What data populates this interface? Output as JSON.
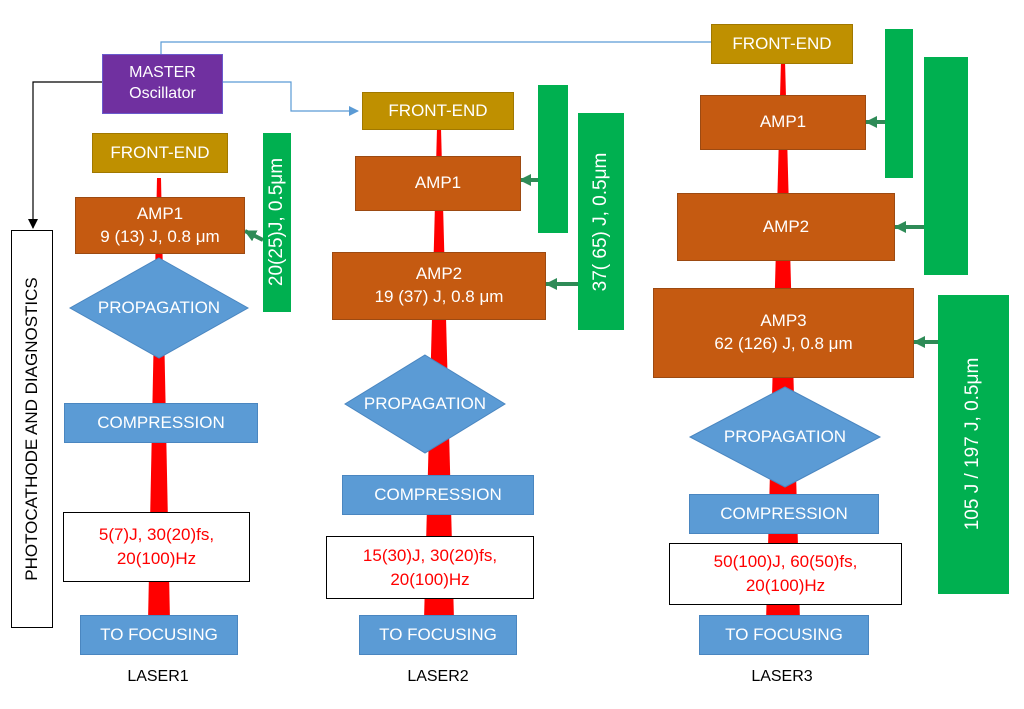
{
  "master": "MASTER\nOscillator",
  "master_line1": "MASTER",
  "master_line2": "Oscillator",
  "photocathode": "PHOTOCATHODE AND DIAGNOSTICS",
  "laser1": {
    "label": "LASER1",
    "front_end": "FRONT-END",
    "amp1_line1": "AMP1",
    "amp1_line2": "9 (13) J, 0.8 μm",
    "propagation": "PROPAGATION",
    "compression": "COMPRESSION",
    "output_line1": "5(7)J, 30(20)fs,",
    "output_line2": "20(100)Hz",
    "to_focusing": "TO FOCUSING",
    "pump": "20(25)J, 0.5μm"
  },
  "laser2": {
    "label": "LASER2",
    "front_end": "FRONT-END",
    "amp1": "AMP1",
    "amp2_line1": "AMP2",
    "amp2_line2": "19 (37) J, 0.8 μm",
    "propagation": "PROPAGATION",
    "compression": "COMPRESSION",
    "output_line1": "15(30)J, 30(20)fs,",
    "output_line2": "20(100)Hz",
    "to_focusing": "TO FOCUSING",
    "pump": "37( 65) J, 0.5μm"
  },
  "laser3": {
    "label": "LASER3",
    "front_end": "FRONT-END",
    "amp1": "AMP1",
    "amp2": "AMP2",
    "amp3_line1": "AMP3",
    "amp3_line2": "62 (126) J, 0.8 μm",
    "propagation": "PROPAGATION",
    "compression": "COMPRESSION",
    "output_line1": "50(100)J, 60(50)fs,",
    "output_line2": "20(100)Hz",
    "to_focusing": "TO FOCUSING",
    "pump": "105 J / 197 J, 0.5μm"
  },
  "colors": {
    "master": "#7030a0",
    "front_end": "#bf9000",
    "amplifier": "#c55a11",
    "blue_block": "#5b9bd5",
    "pump": "#00b050",
    "beam": "#ff0000",
    "output_text": "#ff0000"
  }
}
